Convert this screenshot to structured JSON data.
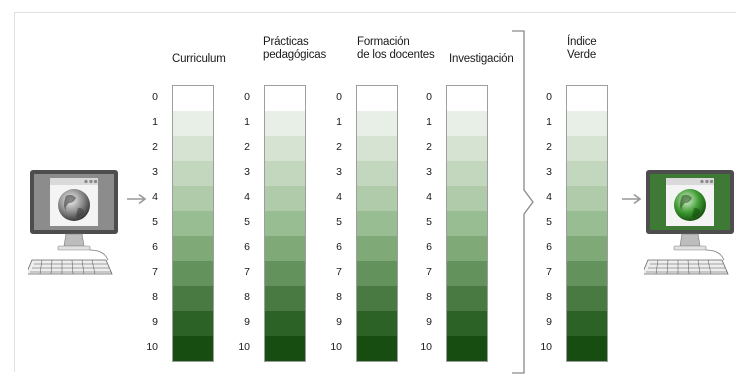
{
  "columns": [
    {
      "id": "curriculum",
      "title_lines": [
        "Curriculum"
      ]
    },
    {
      "id": "practicas",
      "title_lines": [
        "Prácticas",
        "pedagógicas"
      ]
    },
    {
      "id": "formacion",
      "title_lines": [
        "Formación",
        "de los docentes"
      ]
    },
    {
      "id": "investigacion",
      "title_lines": [
        "Investigación"
      ]
    },
    {
      "id": "indice",
      "title_lines": [
        "Índice",
        "Verde"
      ]
    }
  ],
  "scale_labels": [
    "0",
    "1",
    "2",
    "3",
    "4",
    "5",
    "6",
    "7",
    "8",
    "9",
    "10"
  ],
  "colors": {
    "gradient": [
      "#ffffff",
      "#e8efe6",
      "#d6e3d3",
      "#c3d7bf",
      "#afcbaa",
      "#98bd92",
      "#7faa78",
      "#64925d",
      "#487a41",
      "#2d6226",
      "#174d10"
    ],
    "screen_gray": "#8c8c8c",
    "screen_green": "#3e7a36",
    "arrow": "#999999"
  },
  "icons": {
    "left_computer": "computer-gray-globe-icon",
    "right_computer": "computer-green-globe-icon",
    "arrow": "right-arrow-icon",
    "bracket": "bracket-icon"
  }
}
